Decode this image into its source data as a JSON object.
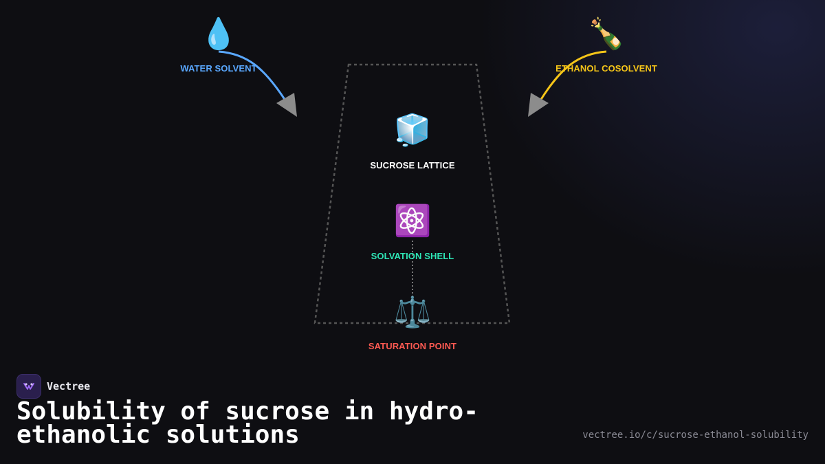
{
  "brand": {
    "name": "Vectree"
  },
  "title": "Solubility of sucrose in hydro-ethanolic solutions",
  "url": "vectree.io/c/sucrose-ethanol-solubility",
  "colors": {
    "water": "#5aa8ff",
    "ethanol": "#f5c518",
    "lattice": "#ffffff",
    "shell": "#2ee6b6",
    "saturation": "#ff5a52",
    "arrowhead": "#8c8c8c",
    "dash": "#555555"
  },
  "nodes": {
    "water": {
      "icon": "💧",
      "icon_name": "water-drop-icon",
      "label": "WATER SOLVENT"
    },
    "ethanol": {
      "icon": "🍾",
      "icon_name": "bottle-icon",
      "label": "ETHANOL COSOLVENT"
    },
    "lattice": {
      "icon": "🧊",
      "icon_name": "ice-cube-icon",
      "label": "SUCROSE LATTICE"
    },
    "shell": {
      "icon": "⚛️",
      "icon_name": "atom-icon",
      "label": "SOLVATION SHELL"
    },
    "saturation": {
      "icon": "⚖️",
      "icon_name": "balance-scale-icon",
      "label": "SATURATION POINT"
    }
  }
}
